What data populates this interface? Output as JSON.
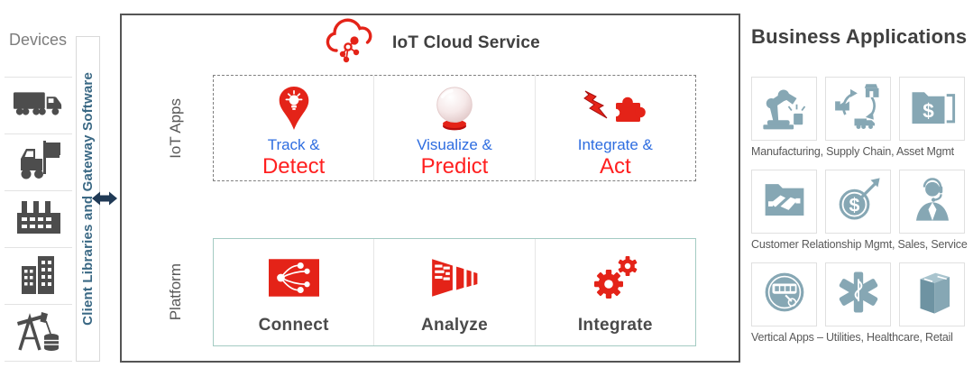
{
  "colors": {
    "icon_red": "#e42318",
    "text_red": "#ff1f1f",
    "text_blue": "#2e6de0",
    "heading_gray": "#404040",
    "label_gray": "#595959",
    "device_icon_gray": "#4d4d4d",
    "business_icon_steel_blue": "#86a7b4",
    "gateway_text_blue": "#3a6884",
    "arrow_navy": "#203a56",
    "platform_border_teal": "#a4cbc3"
  },
  "glyphs": {
    "dollar": "$"
  },
  "devices": {
    "title": "Devices",
    "bar_label": "Client Libraries and Gateway Software",
    "icons": [
      "truck-icon",
      "forklift-icon",
      "factory-icon",
      "buildings-icon",
      "oil-pump-icon"
    ]
  },
  "main": {
    "cloud_title": "IoT Cloud Service",
    "cloud_icon": "cloud-network-icon",
    "iot_apps": {
      "row_label": "IoT Apps",
      "cells": [
        {
          "line1": "Track &",
          "line2": "Detect",
          "icon": "alert-bulb-pin-icon"
        },
        {
          "line1": "Visualize &",
          "line2": "Predict",
          "icon": "crystal-ball-icon"
        },
        {
          "line1": "Integrate &",
          "line2": "Act",
          "icons": [
            "lightning-icon",
            "puzzle-piece-icon"
          ]
        }
      ]
    },
    "platform": {
      "row_label": "Platform",
      "cells": [
        {
          "label": "Connect",
          "icon": "connect-network-icon"
        },
        {
          "label": "Analyze",
          "icon": "analyze-chart-icon"
        },
        {
          "label": "Integrate",
          "icon": "integrate-gears-icon"
        }
      ]
    }
  },
  "business": {
    "title": "Business Applications",
    "rows": [
      {
        "caption": "Manufacturing, Supply Chain, Asset Mgmt",
        "icons": [
          "robot-arm-icon",
          "supply-chain-cycle-icon",
          "asset-folder-dollar-icon"
        ]
      },
      {
        "caption": "Customer Relationship Mgmt, Sales, Service",
        "icons": [
          "handshake-folder-icon",
          "sales-dollar-target-icon",
          "service-agent-headset-icon"
        ]
      },
      {
        "caption": "Vertical Apps – Utilities, Healthcare, Retail",
        "icons": [
          "utility-meter-icon",
          "healthcare-star-of-life-icon",
          "retail-books-icon"
        ]
      }
    ]
  }
}
